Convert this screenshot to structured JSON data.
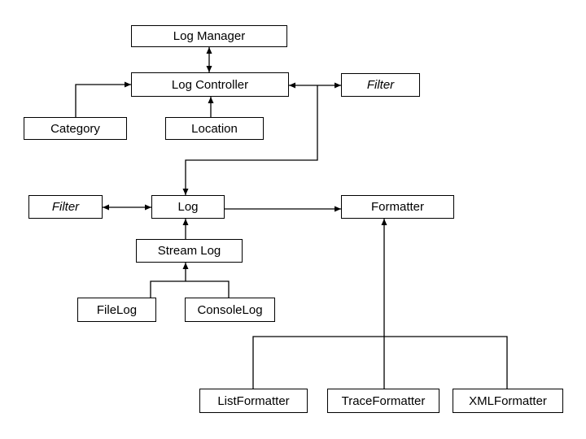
{
  "diagram": {
    "type": "class-diagram",
    "colors": {
      "background": "#ffffff",
      "box_border": "#000000",
      "box_fill": "#ffffff",
      "line": "#000000",
      "text": "#000000"
    },
    "nodes": {
      "log_manager": {
        "label": "Log Manager",
        "style": "normal"
      },
      "log_controller": {
        "label": "Log Controller",
        "style": "normal"
      },
      "filter_top": {
        "label": "Filter",
        "style": "italic"
      },
      "category": {
        "label": "Category",
        "style": "normal"
      },
      "location": {
        "label": "Location",
        "style": "normal"
      },
      "filter_mid": {
        "label": "Filter",
        "style": "italic"
      },
      "log": {
        "label": "Log",
        "style": "normal"
      },
      "formatter": {
        "label": "Formatter",
        "style": "normal"
      },
      "stream_log": {
        "label": "Stream Log",
        "style": "normal"
      },
      "filelog": {
        "label": "FileLog",
        "style": "normal"
      },
      "consolelog": {
        "label": "ConsoleLog",
        "style": "normal"
      },
      "listformatter": {
        "label": "ListFormatter",
        "style": "normal"
      },
      "traceformatter": {
        "label": "TraceFormatter",
        "style": "normal"
      },
      "xmlformatter": {
        "label": "XMLFormatter",
        "style": "normal"
      }
    },
    "edges": [
      {
        "from": "log_manager",
        "to": "log_controller",
        "style": "double-arrow"
      },
      {
        "from": "log_controller",
        "to": "filter_top",
        "style": "double-arrow"
      },
      {
        "from": "category",
        "to": "log_controller",
        "style": "arrow"
      },
      {
        "from": "location",
        "to": "log_controller",
        "style": "arrow"
      },
      {
        "from": "log_controller_filter_junction",
        "to": "log",
        "style": "arrow"
      },
      {
        "from": "filter_mid",
        "to": "log",
        "style": "double-arrow"
      },
      {
        "from": "log",
        "to": "formatter",
        "style": "arrow"
      },
      {
        "from": "stream_log",
        "to": "log",
        "style": "arrow"
      },
      {
        "from": "filelog",
        "to": "stream_log",
        "style": "tree-branch"
      },
      {
        "from": "consolelog",
        "to": "stream_log",
        "style": "tree-branch-arrow"
      },
      {
        "from": "listformatter",
        "to": "formatter",
        "style": "tree-branch"
      },
      {
        "from": "traceformatter",
        "to": "formatter",
        "style": "tree-branch-arrow"
      },
      {
        "from": "xmlformatter",
        "to": "formatter",
        "style": "tree-branch"
      }
    ]
  }
}
